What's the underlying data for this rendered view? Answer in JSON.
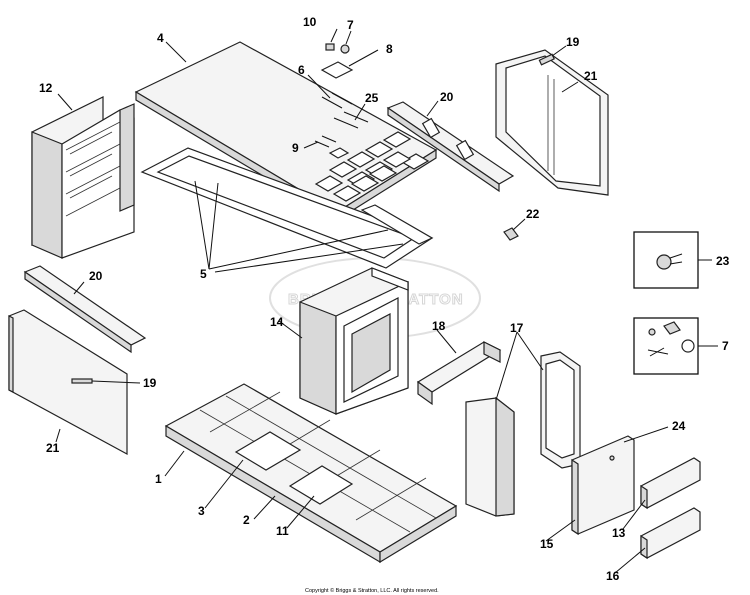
{
  "watermark": "BRIGGS & STRATTON",
  "copyright": "Copyright © Briggs & Stratton, LLC. All rights reserved.",
  "labels": {
    "p1": "1",
    "p2": "2",
    "p3": "3",
    "p4": "4",
    "p5": "5",
    "p6": "6",
    "p7a": "7",
    "p7b": "7",
    "p8": "8",
    "p9": "9",
    "p10": "10",
    "p11": "11",
    "p12": "12",
    "p13": "13",
    "p14": "14",
    "p15": "15",
    "p16": "16",
    "p17": "17",
    "p18": "18",
    "p19a": "19",
    "p19b": "19",
    "p20a": "20",
    "p20b": "20",
    "p21a": "21",
    "p21b": "21",
    "p22": "22",
    "p23": "23",
    "p24": "24",
    "p25": "25"
  }
}
